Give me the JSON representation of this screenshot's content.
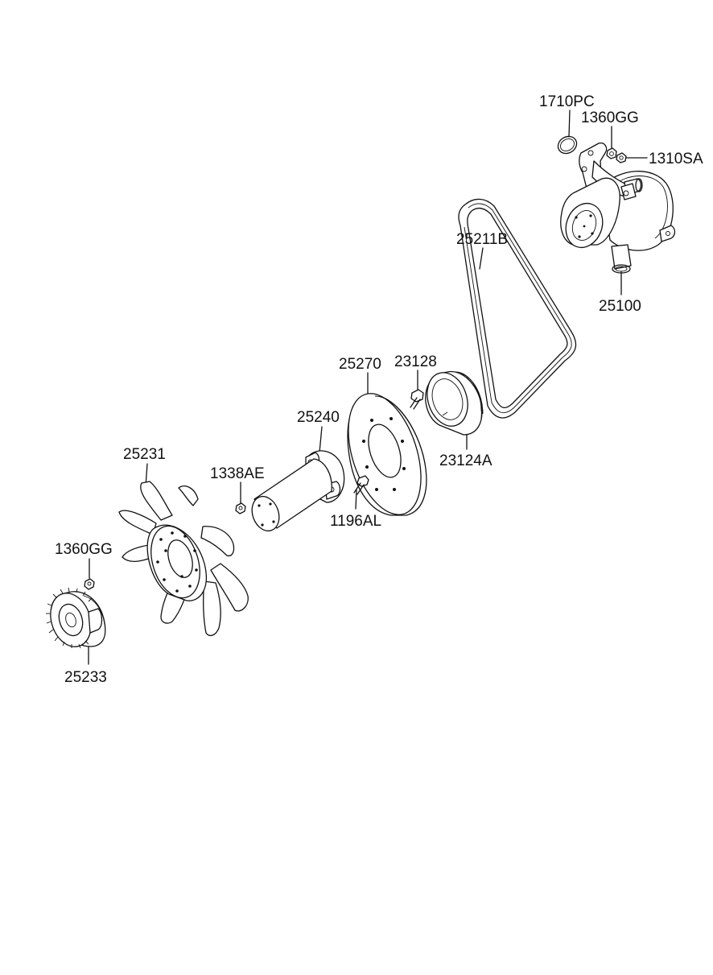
{
  "colors": {
    "line": "#111111",
    "background": "#ffffff"
  },
  "labels": {
    "p1710PC": "1710PC",
    "p1360GG_top": "1360GG",
    "p1310SA": "1310SA",
    "p25211B": "25211B",
    "p25100": "25100",
    "p25270": "25270",
    "p23128": "23128",
    "p25240": "25240",
    "p23124A": "23124A",
    "p25231": "25231",
    "p1338AE": "1338AE",
    "p1196AL": "1196AL",
    "p1360GG_bottom": "1360GG",
    "p25233": "25233"
  }
}
